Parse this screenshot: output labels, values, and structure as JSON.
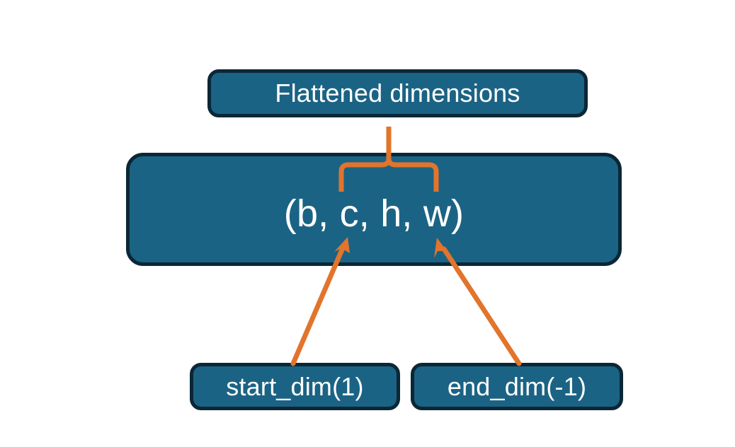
{
  "diagram": {
    "title_box": {
      "label": "Flattened dimensions"
    },
    "shape_box": {
      "label": "(b, c, h, w)"
    },
    "start_dim_box": {
      "label": "start_dim(1)"
    },
    "end_dim_box": {
      "label": "end_dim(-1)"
    },
    "colors": {
      "box_fill": "#1b6384",
      "box_border": "#0b2736",
      "box_text": "#ffffff",
      "connector": "#e2742c",
      "background": "#ffffff"
    },
    "connectors": {
      "brace_name": "flattened-range-brace",
      "start_arrow_name": "start-dim-arrow",
      "end_arrow_name": "end-dim-arrow"
    }
  }
}
